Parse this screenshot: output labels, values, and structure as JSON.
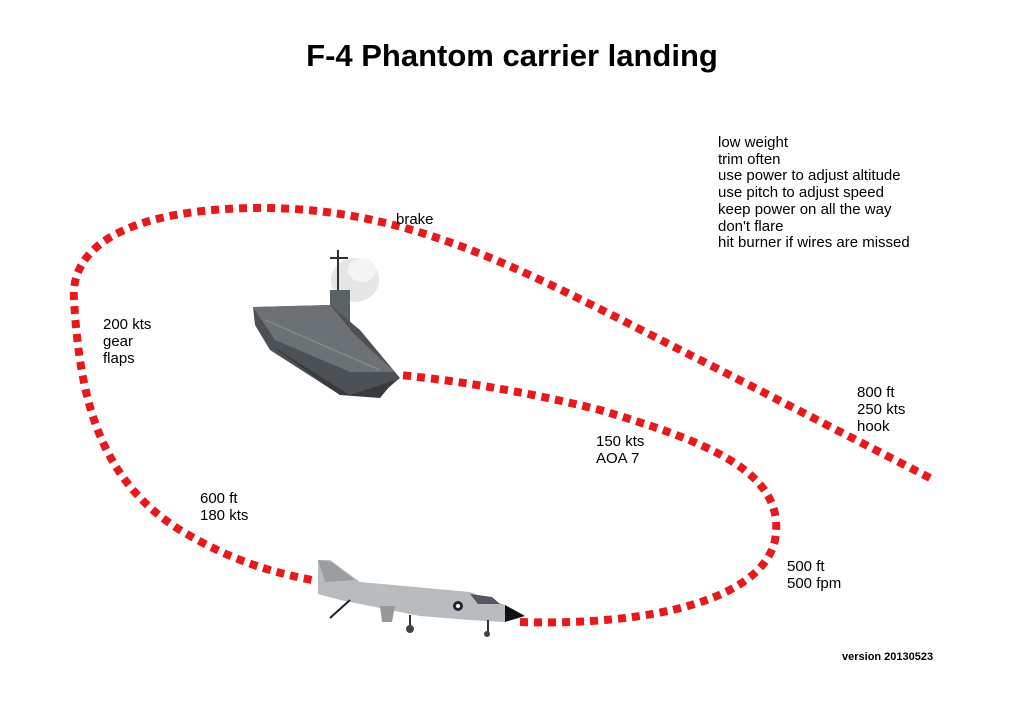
{
  "title": "F-4 Phantom carrier landing",
  "tips": [
    "low weight",
    "trim often",
    "use power to adjust altitude",
    "use pitch to adjust speed",
    "keep power on all the way",
    "don't flare",
    "hit burner if wires are missed"
  ],
  "labels": {
    "brake": "brake",
    "downwind": "200 kts\ngear\nflaps",
    "entry": "800 ft\n250 kts\nhook",
    "approach": "150 kts\nAOA 7",
    "base": "500 ft\n500 fpm",
    "final_turn": "600 ft\n180 kts"
  },
  "version": "version 20130523",
  "colors": {
    "path": "#e8191b"
  }
}
